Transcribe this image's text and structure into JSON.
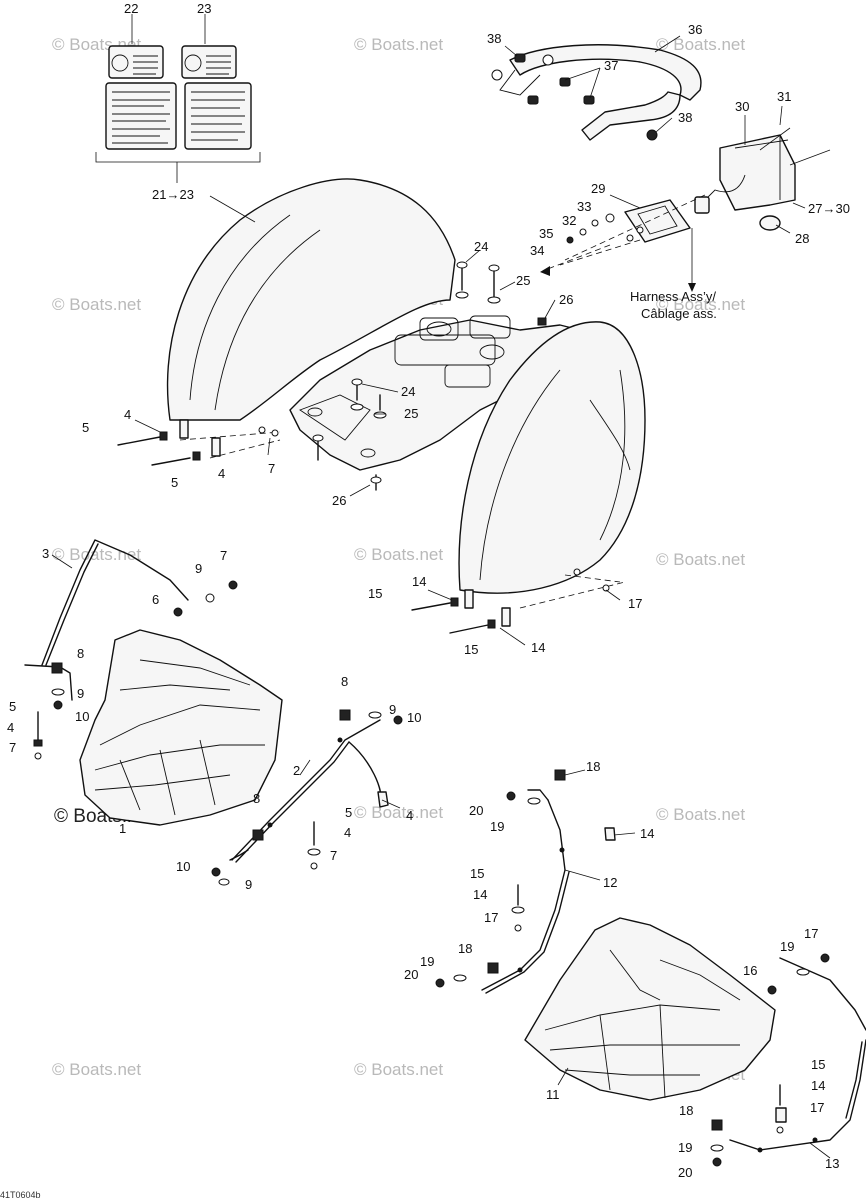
{
  "callouts": [
    {
      "id": "c22",
      "text": "22"
    },
    {
      "id": "c23",
      "text": "23"
    },
    {
      "id": "c21_23",
      "text": "21→23"
    },
    {
      "id": "c38a",
      "text": "38"
    },
    {
      "id": "c36",
      "text": "36"
    },
    {
      "id": "c37",
      "text": "37"
    },
    {
      "id": "c38b",
      "text": "38"
    },
    {
      "id": "c30",
      "text": "30"
    },
    {
      "id": "c31",
      "text": "31"
    },
    {
      "id": "c29",
      "text": "29"
    },
    {
      "id": "c33",
      "text": "33"
    },
    {
      "id": "c32",
      "text": "32"
    },
    {
      "id": "c35",
      "text": "35"
    },
    {
      "id": "c34",
      "text": "34"
    },
    {
      "id": "c27_30",
      "text": "27→30"
    },
    {
      "id": "c28",
      "text": "28"
    },
    {
      "id": "c24a",
      "text": "24"
    },
    {
      "id": "c25a",
      "text": "25"
    },
    {
      "id": "c26a",
      "text": "26"
    },
    {
      "id": "c24b",
      "text": "24"
    },
    {
      "id": "c25b",
      "text": "25"
    },
    {
      "id": "c4a",
      "text": "4"
    },
    {
      "id": "c5a",
      "text": "5"
    },
    {
      "id": "c7a",
      "text": "7"
    },
    {
      "id": "c4b",
      "text": "4"
    },
    {
      "id": "c5b",
      "text": "5"
    },
    {
      "id": "c26b",
      "text": "26"
    },
    {
      "id": "c3",
      "text": "3"
    },
    {
      "id": "c9a",
      "text": "9"
    },
    {
      "id": "c7b",
      "text": "7"
    },
    {
      "id": "c6",
      "text": "6"
    },
    {
      "id": "c14a",
      "text": "14"
    },
    {
      "id": "c15a",
      "text": "15"
    },
    {
      "id": "c17a",
      "text": "17"
    },
    {
      "id": "c14b",
      "text": "14"
    },
    {
      "id": "c15b",
      "text": "15"
    },
    {
      "id": "c8a",
      "text": "8"
    },
    {
      "id": "c9b",
      "text": "9"
    },
    {
      "id": "c10a",
      "text": "10"
    },
    {
      "id": "c5c",
      "text": "5"
    },
    {
      "id": "c4c",
      "text": "4"
    },
    {
      "id": "c7c",
      "text": "7"
    },
    {
      "id": "c1",
      "text": "1"
    },
    {
      "id": "c8b",
      "text": "8"
    },
    {
      "id": "c9c",
      "text": "9"
    },
    {
      "id": "c10b",
      "text": "10"
    },
    {
      "id": "c2",
      "text": "2"
    },
    {
      "id": "c4d",
      "text": "4"
    },
    {
      "id": "c8c",
      "text": "8"
    },
    {
      "id": "c5d",
      "text": "5"
    },
    {
      "id": "c4e",
      "text": "4"
    },
    {
      "id": "c7d",
      "text": "7"
    },
    {
      "id": "c10c",
      "text": "10"
    },
    {
      "id": "c9d",
      "text": "9"
    },
    {
      "id": "c18a",
      "text": "18"
    },
    {
      "id": "c20a",
      "text": "20"
    },
    {
      "id": "c19a",
      "text": "19"
    },
    {
      "id": "c14c",
      "text": "14"
    },
    {
      "id": "c15c",
      "text": "15"
    },
    {
      "id": "c14d",
      "text": "14"
    },
    {
      "id": "c17b",
      "text": "17"
    },
    {
      "id": "c12",
      "text": "12"
    },
    {
      "id": "c18b",
      "text": "18"
    },
    {
      "id": "c19b",
      "text": "19"
    },
    {
      "id": "c20b",
      "text": "20"
    },
    {
      "id": "c17c",
      "text": "17"
    },
    {
      "id": "c19c",
      "text": "19"
    },
    {
      "id": "c16",
      "text": "16"
    },
    {
      "id": "c11",
      "text": "11"
    },
    {
      "id": "c15d",
      "text": "15"
    },
    {
      "id": "c14e",
      "text": "14"
    },
    {
      "id": "c17d",
      "text": "17"
    },
    {
      "id": "c18c",
      "text": "18"
    },
    {
      "id": "c19d",
      "text": "19"
    },
    {
      "id": "c20c",
      "text": "20"
    },
    {
      "id": "c13",
      "text": "13"
    }
  ],
  "harness_note": {
    "line1": "Harness Ass’y/",
    "line2": "Câblage ass."
  },
  "watermark": {
    "text": "© Boats.net"
  },
  "drawing_code": "41T0604b",
  "colors": {
    "line": "#111111",
    "watermark": "#b9b9b9",
    "background": "#ffffff"
  }
}
